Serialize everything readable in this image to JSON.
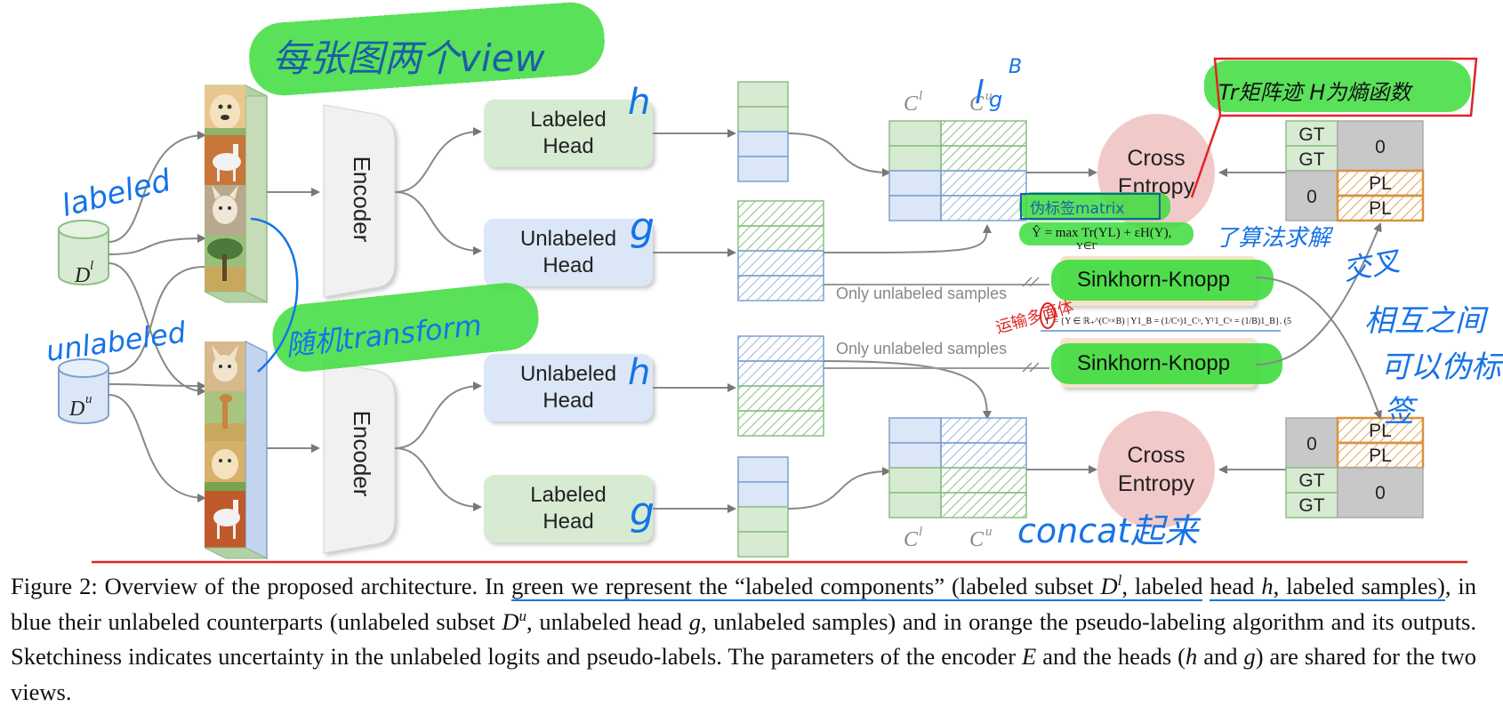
{
  "datasets": {
    "labeled": {
      "name": "D",
      "sup": "l"
    },
    "unlabeled": {
      "name": "D",
      "sup": "u"
    }
  },
  "encoder_label": "Encoder",
  "heads": {
    "labeled": "Labeled Head",
    "unlabeled": "Unlabeled Head"
  },
  "logit_labels": {
    "labeled": "C",
    "labeled_sup": "l",
    "unlabeled": "C",
    "unlabeled_sup": "u"
  },
  "cross_entropy": "Cross Entropy",
  "sinkhorn": "Sinkhorn-Knopp",
  "only_unlabeled": "Only unlabeled samples",
  "targets": {
    "gt": "GT",
    "zero": "0",
    "pl": "PL"
  },
  "formulas": {
    "objective": "Ŷ = max Tr(YL) + εH(Y),",
    "objective_sub": "Y∈Γ",
    "polytope": "Γ = {Y ∈ ℝ₊^(Cᵘ×B) | Y1_B = (1/Cᵘ)1_Cᵘ, Yᵀ1_Cᵘ = (1/B)1_B}.  (5"
  },
  "annotations": {
    "two_views": "每张图两个view",
    "labeled": "labeled",
    "unlabeled": "unlabeled",
    "random_transform": "随机transform",
    "h_top": "h",
    "g_top": "g",
    "h_bottom": "h",
    "g_bottom": "g",
    "lg_b": "l",
    "lg_b_sup": "B",
    "lg_b_sub": "g",
    "trace_entropy": "Tr矩阵迹  H为熵函数",
    "pseudo_matrix": "伪标签matrix",
    "algorithm_solve": "了算法求解",
    "transport_polytope": "运输多面体",
    "cross_swap_1": "交叉",
    "cross_swap_2": "相互之间",
    "cross_swap_3": "可以伪标",
    "cross_swap_4": "签",
    "concat": "concat起来"
  },
  "caption": {
    "p1": "Figure 2: Overview of the proposed architecture. In",
    "p2": "green we represent the “labeled components” (labeled subset",
    "p3": ", labeled",
    "p4": "head",
    "p5": ", labeled samples)",
    "p6": ", in blue their unlabeled counterparts (unlabeled subset",
    "p7": ", unlabeled head",
    "p8": ", unlabeled samples) and in orange the pseudo-labeling algorithm and its outputs. Sketchiness indicates uncertainty in the unlabeled logits and pseudo-labels. The parameters of the encoder",
    "p9": "and the heads (",
    "p10": "and",
    "p11": ") are shared for the two views.",
    "sym_D": "D",
    "sym_l": "l",
    "sym_u": "u",
    "sym_h": "h",
    "sym_g": "g",
    "sym_E": "E"
  },
  "colors": {
    "green_fill": "#d6ebd2",
    "green_stroke": "#8cbf83",
    "blue_fill": "#dbe7f7",
    "blue_stroke": "#7d9fd0",
    "orange": "#d9913f",
    "orange_fill": "#f6e3c8",
    "pink": "#f2c9c9",
    "gray_fill": "#c8c8c8",
    "highlight": "#3ddc3d",
    "ink_blue": "#1673e8",
    "ink_red": "#e02424"
  }
}
